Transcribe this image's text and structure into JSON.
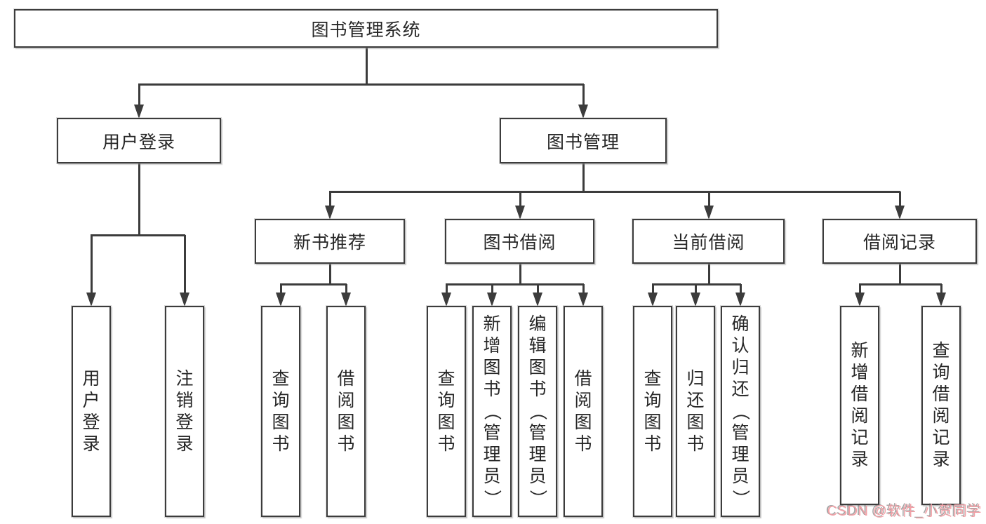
{
  "colors": {
    "background": "#ffffff",
    "line": "#3c3c3c",
    "text": "#262626",
    "box_background": "#ffffff",
    "watermark": "#f2a0a6"
  },
  "watermark": {
    "text": "CSDN @软件_小贺同学"
  },
  "diagram": {
    "type": "tree",
    "title": "图书管理系统",
    "nodes": [
      {
        "id": "root",
        "label": "图书管理系统",
        "parent": null,
        "vertical": false
      },
      {
        "id": "login",
        "label": "用户登录",
        "parent": "root",
        "vertical": false
      },
      {
        "id": "bookmgmt",
        "label": "图书管理",
        "parent": "root",
        "vertical": false
      },
      {
        "id": "login-user",
        "label": "用户登录",
        "parent": "login",
        "vertical": true
      },
      {
        "id": "login-logout",
        "label": "注销登录",
        "parent": "login",
        "vertical": true
      },
      {
        "id": "newrec",
        "label": "新书推荐",
        "parent": "bookmgmt",
        "vertical": false
      },
      {
        "id": "borrow",
        "label": "图书借阅",
        "parent": "bookmgmt",
        "vertical": false
      },
      {
        "id": "current",
        "label": "当前借阅",
        "parent": "bookmgmt",
        "vertical": false
      },
      {
        "id": "records",
        "label": "借阅记录",
        "parent": "bookmgmt",
        "vertical": false
      },
      {
        "id": "newrec-query",
        "label": "查询图书",
        "parent": "newrec",
        "vertical": true
      },
      {
        "id": "newrec-borrow",
        "label": "借阅图书",
        "parent": "newrec",
        "vertical": true
      },
      {
        "id": "borrow-query",
        "label": "查询图书",
        "parent": "borrow",
        "vertical": true
      },
      {
        "id": "borrow-add",
        "label": "新增图书（管理员）",
        "parent": "borrow",
        "vertical": true
      },
      {
        "id": "borrow-edit",
        "label": "编辑图书（管理员）",
        "parent": "borrow",
        "vertical": true
      },
      {
        "id": "borrow-borrow",
        "label": "借阅图书",
        "parent": "borrow",
        "vertical": true
      },
      {
        "id": "current-query",
        "label": "查询图书",
        "parent": "current",
        "vertical": true
      },
      {
        "id": "current-return",
        "label": "归还图书",
        "parent": "current",
        "vertical": true
      },
      {
        "id": "current-confirm",
        "label": "确认归还（管理员）",
        "parent": "current",
        "vertical": true
      },
      {
        "id": "records-add",
        "label": "新增借阅记录",
        "parent": "records",
        "vertical": true
      },
      {
        "id": "records-query",
        "label": "查询借阅记录",
        "parent": "records",
        "vertical": true
      }
    ]
  }
}
